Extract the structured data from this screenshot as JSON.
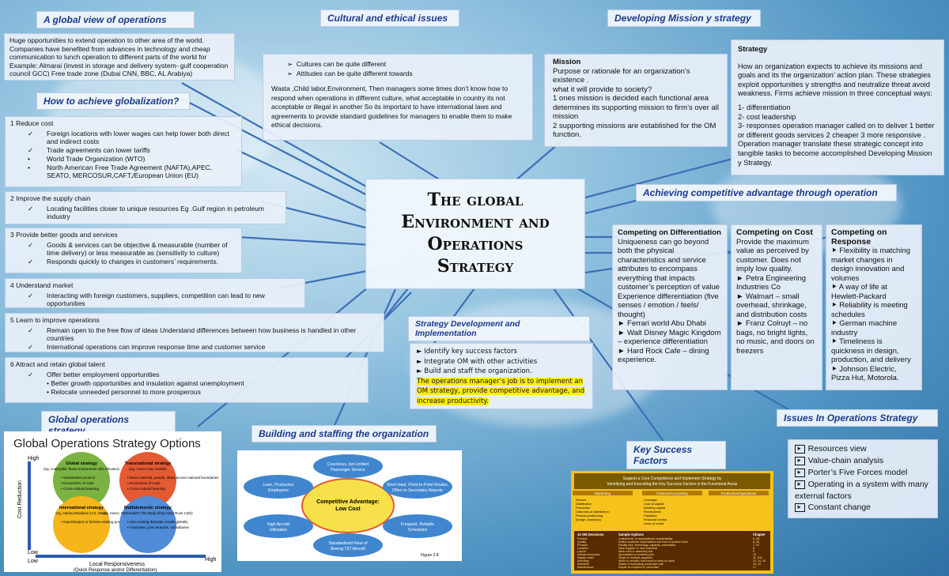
{
  "title_lines": [
    "The global",
    "Environment and",
    "Operations",
    "Strategy"
  ],
  "headers": {
    "global_view": "A global view of operations",
    "cultural": "Cultural and ethical issues",
    "mission": "Developing Mission y strategy",
    "globalization": "How to achieve globalization?",
    "competitive": "Achieving competitive advantage through operation",
    "strategy_dev": "Strategy Development and Implementation",
    "global_ops": "Global operations strategy",
    "building": "Building and staffing the organization",
    "ksf": "Key Success Factors",
    "issues": "Issues In Operations Strategy"
  },
  "global_view_text": "Huge opportunities to extend operation to other area of the world. Companies have benefited from advances in technology and cheap communication to lunch operation to different parts of the world for Example: Almarai (invest in storage and delivery system- gulf cooperation council GCC) Free trade zone (Dubai CNN, BBC, AL Arabiya)",
  "cultural": {
    "bullets": [
      "Cultures can be quite different",
      "Attitudes can be quite different towards"
    ],
    "text": "Wasta ,Child labor,Environment, Then managers some times don’t know how to respond when operations in different culture, what acceptable in country its not acceptable or illegal in another So its important to have international laws and agreements to provide standard guidelines for managers to enable them to make ethical decisions."
  },
  "mission": {
    "heading": "Mission",
    "lines": [
      "Purpose or rationale for an organization’s existence .",
      "what it will provide to society?",
      "1 ones mission is decided each functional area determines its supporting mission to firm’s over all mission",
      "2 supporting missions are established for the OM function."
    ]
  },
  "strategy": {
    "heading": "Strategy",
    "lines": [
      "How an organization expects to achieve its missions and goals and its the organization’ action plan. These strategies exploit opportunities y strengths and neutralize threat avoid weakness. Firms achieve mission in three conceptual ways:",
      "1- differentiation",
      "2- cost leadership",
      "3- responses operation manager called on to deliver 1 better or different goods services 2 cheaper 3 more responsive .",
      "Operation manager translate these strategic concept into tangible tasks to become accomplished Developing Mission y Strategy."
    ]
  },
  "glob_items": [
    {
      "heading": "1 Reduce cost",
      "bullets": [
        {
          "mark": "✓",
          "text": "Foreign locations with lower wages can help lower both direct and indirect costs"
        },
        {
          "mark": "✓",
          "text": "Trade agreements can lower tariffs"
        },
        {
          "mark": "•",
          "text": "World Trade Organization (WTO)"
        },
        {
          "mark": "•",
          "text": "North American Free Trade Agreement (NAFTA),APEC, SEATO, MERCOSUR,CAFT,/European Union (EU)"
        }
      ]
    },
    {
      "heading": "2 Improve the supply chain",
      "bullets": [
        {
          "mark": "✓",
          "text": "Locating facilities closer to unique resources Eg .Gulf region in petroleum industry"
        }
      ]
    },
    {
      "heading": "3 Provide better goods and services",
      "bullets": [
        {
          "mark": "✓",
          "text": "Goods & services can be objective & measurable (number of time delivery) or less measurable as (sensitivity to culture)"
        },
        {
          "mark": "✓",
          "text": "Responds quickly to changes in customers’ requirements."
        }
      ]
    },
    {
      "heading": "4 Understand market",
      "bullets": [
        {
          "mark": "✓",
          "text": "Interacting with foreign customers, suppliers, competition can lead to new opportunities"
        }
      ]
    },
    {
      "heading": "5 Learn to improve operations",
      "bullets": [
        {
          "mark": "✓",
          "text": "Remain open to the free flow of ideas Understand differences between how business is handled in other countries"
        },
        {
          "mark": "✓",
          "text": "International operations can improve response time and customer service"
        }
      ]
    },
    {
      "heading": "6 Attract and retain global talent",
      "bullets": [
        {
          "mark": "✓",
          "text": "Offer better employment opportunities"
        },
        {
          "mark": "",
          "text": "• Better growth opportunities and insulation against unemployment"
        },
        {
          "mark": "",
          "text": "• Relocate unneeded personnel to more prosperous"
        }
      ]
    }
  ],
  "competitive": {
    "diff": {
      "heading": "Competing on Differentiation",
      "lines": [
        "Uniqueness can go beyond both the physical characteristics and service attributes to encompass everything that impacts customer’s perception of value Experience differentiation (five senses / emotion / feels/ thought)",
        "► Ferrari world Abu Dhabi",
        "► Walt Disney Magic Kingdom – experience differentiation",
        "► Hard Rock Cafe – dining experience."
      ]
    },
    "cost": {
      "heading": "Competing on Cost",
      "lines": [
        "Provide the maximum value as perceived by customer. Does not imply low quality.",
        "► Petra Engineering Industries Co",
        "► Walmart – small overhead, shrinkage, and distribution costs",
        "► Franz Colruyt – no bags, no bright lights, no music, and doors on freezers"
      ]
    },
    "response": {
      "heading": "Competing on Response",
      "lines": [
        "⯈ Flexibility is matching market changes in design innovation and volumes",
        "⯈ A way of life at Hewlett-Packard",
        "⯈ Reliability is meeting schedules",
        "⯈ German machine industry",
        "⯈ Timeliness is quickness in design, production, and delivery",
        "⯈ Johnson Electric, Pizza Hut, Motorola."
      ]
    }
  },
  "strategy_dev": {
    "bullets": [
      "► Identify key success factors",
      "► Integrate OM with other activities",
      "► Build and staff the organization."
    ],
    "highlight": "The operations manager’s job is to implement an OM strategy, provide competitive advantage, and increase productivity."
  },
  "issues": [
    "Resources view",
    "Value-chain analysis",
    "Porter’s Five Forces model",
    "Operating in a system with many external factors",
    "Constant change"
  ],
  "gos_chart": {
    "title": "Global Operations Strategy Options",
    "y_axis": "Cost Reduction",
    "x_axis": "Local Responsiveness",
    "x_sub": "(Quick Response and/or Differentiation)",
    "high": "High",
    "low": "Low",
    "quadrants": [
      {
        "title": "Global strategy",
        "sub": "(eg, Caterpillar Texas Instruments Otis Elevator)",
        "items": [
          "• Standardize product",
          "• Economies of scale",
          "• Cross-cultural learning"
        ],
        "color": "#7bb342"
      },
      {
        "title": "Transnational strategy",
        "sub": "(eg, Coca-Cola, Nestlé)",
        "items": [
          "• Move material, people, ideas across national boundaries",
          "• Economies of scale",
          "• Cross-cultural learning"
        ],
        "color": "#e45a33"
      },
      {
        "title": "International strategy",
        "sub": "(eg, Harley-Davidson U.S. Steel)",
        "items": [
          "• Import/export or license existing product"
        ],
        "color": "#f5b51b"
      },
      {
        "title": "Multidomestic strategy",
        "sub": "(eg, Heinz, McDonald’s The Body Shop Hard Rock Cafe)",
        "items": [
          "• Use existing domestic model globally",
          "• Franchise, joint ventures, subsidiaries"
        ],
        "color": "#4f8bd6"
      }
    ]
  },
  "building_chart": {
    "center": [
      "Competitive Advantage:",
      "Low Cost"
    ],
    "nodes": [
      {
        "text": [
          "Courteous, but Limited",
          "Passenger Service"
        ]
      },
      {
        "text": [
          "Short Haul, Point-to-Point Routes,",
          "Often to Secondary Airports"
        ]
      },
      {
        "text": [
          "Frequent, Reliable",
          "Schedules"
        ]
      },
      {
        "text": [
          "Standardized Fleet of",
          "Boeing 737 Aircraft"
        ]
      },
      {
        "text": [
          "High Aircraft",
          "Utilization"
        ]
      },
      {
        "text": [
          "Lean, Productive",
          "Employees"
        ]
      }
    ],
    "figure": "Figure 2.8"
  },
  "ksf_table": {
    "title": [
      "Support a Core Competence and Implement Strategy by",
      "Identifying and Executing the Key Success Factors in the Functional Areas"
    ],
    "cols": [
      "Marketing",
      "Finance/Accounting",
      "Production/Operations"
    ],
    "marketing": [
      "Service",
      "Distribution",
      "Promotion",
      "Channels of distribution",
      "Product positioning",
      "(image, functions)"
    ],
    "finance": [
      "Leverage",
      "Cost of capital",
      "Working capital",
      "Receivables",
      "Payables",
      "Financial control",
      "Lines of credit"
    ],
    "lower_head": [
      "10 OM Decisions",
      "Sample Options",
      "Chapter"
    ],
    "lower_rows": [
      [
        "Product",
        "Customized, or standardized; sustainability",
        "5, S5"
      ],
      [
        "Quality",
        "Define customer expectations and how to achieve them",
        "6, S6"
      ],
      [
        "Process",
        "Facility size, technology, capacity, automation",
        "7, S7"
      ],
      [
        "Location",
        "Near supplier or near customer",
        "8"
      ],
      [
        "Layout",
        "Work cells or assembly line",
        "9"
      ],
      [
        "Human resources",
        "Specialized or enriched jobs",
        "10"
      ],
      [
        "Supply chain",
        "Single or multiple suppliers",
        "11, S11"
      ],
      [
        "Inventory",
        "When to reorder; how much to keep on hand",
        "12, 14, 16"
      ],
      [
        "Schedule",
        "Stable or fluctuating production rate",
        "13, 15"
      ],
      [
        "Maintenance",
        "Repair as required or preventive",
        "17"
      ]
    ]
  }
}
